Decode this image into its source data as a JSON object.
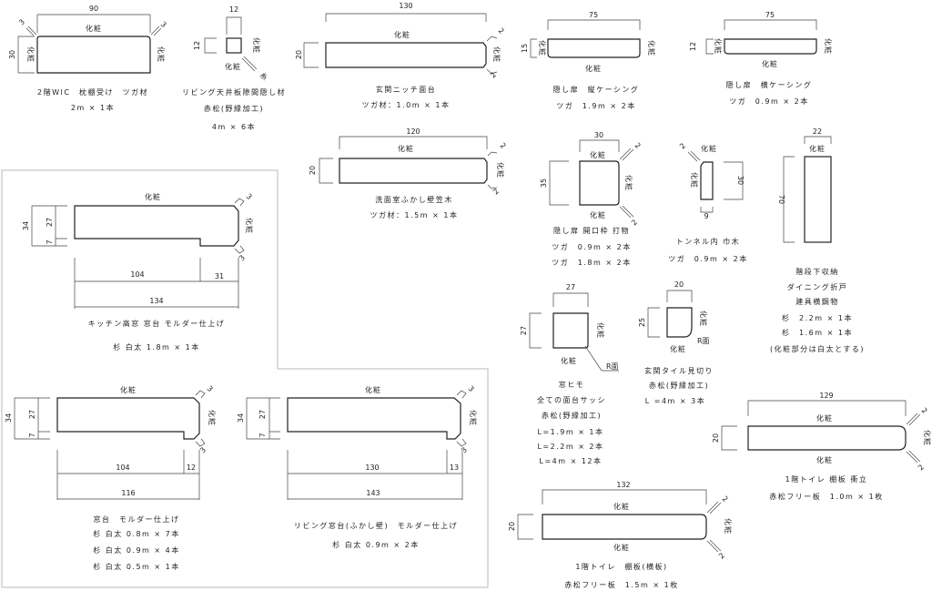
{
  "finish_label": "化粧",
  "r_face_label": "R面",
  "parts": [
    {
      "id": "wic",
      "dims": {
        "width": "90",
        "height": "30",
        "chamfer_left": "3",
        "chamfer_right": "3"
      },
      "captions": [
        "2階WIC　枕棚受け　ツガ材",
        "2m × 1本"
      ]
    },
    {
      "id": "ceiling",
      "dims": {
        "width": "12",
        "height": "12",
        "chamfer": "糸"
      },
      "captions": [
        "リビング天井板隙間隠し材",
        "赤松(野縁加工)",
        "4m × 6本"
      ]
    },
    {
      "id": "entrance-niche",
      "dims": {
        "width": "130",
        "height": "20",
        "chamfer_top": "2",
        "chamfer_bottom": "2"
      },
      "captions": [
        "玄関ニッチ面台",
        "ツガ材：1.0m × 1本"
      ]
    },
    {
      "id": "vertical-casing",
      "dims": {
        "width": "75",
        "height": "15"
      },
      "captions": [
        "隠し扉　縦ケーシング",
        "ツガ　1.9m × 2本"
      ]
    },
    {
      "id": "horizontal-casing",
      "dims": {
        "width": "75",
        "height": "12"
      },
      "captions": [
        "隠し扉　横ケーシング",
        "ツガ　0.9m × 2本"
      ]
    },
    {
      "id": "washroom",
      "dims": {
        "width": "120",
        "height": "20",
        "chamfer_top": "2",
        "chamfer_bottom": "2"
      },
      "captions": [
        "洗面室ふかし壁笠木",
        "ツガ材：1.5m × 1本"
      ]
    },
    {
      "id": "door-frame",
      "dims": {
        "width": "30",
        "height": "35",
        "chamfer_top": "2",
        "chamfer_bottom": "2"
      },
      "captions": [
        "隠し扉 開口枠 打物",
        "ツガ　0.9m × 2本",
        "ツガ　1.8m × 2本"
      ]
    },
    {
      "id": "tunnel",
      "dims": {
        "width": "9",
        "height": "30",
        "chamfer": "2"
      },
      "captions": [
        "トンネル内 巾木",
        "ツガ　0.9m × 2本"
      ]
    },
    {
      "id": "stair",
      "dims": {
        "width": "22",
        "height": "70"
      },
      "captions": [
        "階段下収納",
        "ダイニング折戸",
        "建具横鋼物",
        "杉　2.2m × 1本",
        "杉　1.6m × 1本",
        "(化粧部分は白太とする)"
      ]
    },
    {
      "id": "kitchen",
      "dims": {
        "total_height": "34",
        "upper": "27",
        "lower": "7",
        "main": "104",
        "lip": "31",
        "total": "134",
        "chamfer_top": "3",
        "chamfer_bottom": "3"
      },
      "captions": [
        "キッチン高窓 窓台 モルダー仕上げ",
        "杉 白太 1.8m × 1本"
      ]
    },
    {
      "id": "window-trim",
      "dims": {
        "width": "27",
        "height": "27"
      },
      "captions": [
        "窓ヒモ",
        "全ての面台サッシ",
        "赤松(野縁加工)",
        "L=1.9m × 1本",
        "L=2.2m × 2本",
        "L=4m × 12本"
      ]
    },
    {
      "id": "tile-edge",
      "dims": {
        "width": "20",
        "height": "25"
      },
      "captions": [
        "玄関タイル見切り",
        "赤松(野縁加工)",
        "L =4m × 3本"
      ]
    },
    {
      "id": "toilet-screen",
      "dims": {
        "width": "129",
        "height": "20",
        "chamfer_top": "2",
        "chamfer_bottom": "2"
      },
      "captions": [
        "1階トイレ 棚板 衝立",
        "赤松フリー板　1.0m × 1枚"
      ]
    },
    {
      "id": "sill",
      "dims": {
        "total_height": "34",
        "upper": "27",
        "lower": "7",
        "main": "104",
        "lip": "12",
        "total": "116",
        "chamfer_top": "3",
        "chamfer_bottom": "3"
      },
      "captions": [
        "窓台　モルダー仕上げ",
        "杉 白太 0.8m × 7本",
        "杉 白太 0.9m × 4本",
        "杉 白太 0.5m × 1本"
      ]
    },
    {
      "id": "living-sill",
      "dims": {
        "total_height": "34",
        "upper": "27",
        "lower": "7",
        "main": "130",
        "lip": "13",
        "total": "143",
        "chamfer_top": "3",
        "chamfer_bottom": "3"
      },
      "captions": [
        "リビング窓台(ふかし壁)　モルダー仕上げ",
        "杉 白太 0.9m × 2本"
      ]
    },
    {
      "id": "toilet-shelf",
      "dims": {
        "width": "132",
        "height": "20",
        "chamfer_top": "2",
        "chamfer_bottom": "2"
      },
      "captions": [
        "1階トイレ　棚板(横板)",
        "赤松フリー板　1.5m × 1枚"
      ]
    }
  ]
}
